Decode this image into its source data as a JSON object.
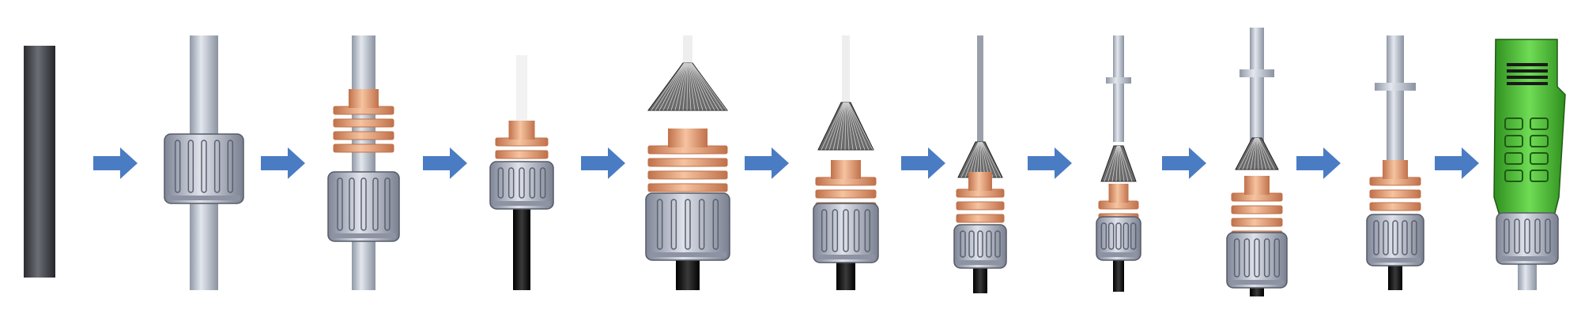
{
  "diagram": {
    "type": "assembly-sequence",
    "colors": {
      "arrow": "#4a7cc4",
      "copper": "#e9a174",
      "copper_dark": "#c0714a",
      "sheath_gray": "#b9c0cc",
      "nut_gray": "#a9afc0",
      "black_cable": "#1e1e1e",
      "brush": "#555555",
      "green_housing": "#4fc335",
      "cable_dark": "#3a3d42"
    },
    "stages": [
      {
        "parts": [
          "cable"
        ]
      },
      {
        "parts": [
          "sheath",
          "nut"
        ]
      },
      {
        "parts": [
          "sheath",
          "copper-rings",
          "nut"
        ]
      },
      {
        "parts": [
          "white-wire",
          "copper-rings",
          "nut",
          "black-cable"
        ]
      },
      {
        "parts": [
          "white-wire",
          "brush-cone",
          "copper-rings",
          "nut",
          "black-cable"
        ]
      },
      {
        "parts": [
          "white-wire",
          "brush-cone",
          "copper-rings",
          "nut",
          "black-cable"
        ]
      },
      {
        "parts": [
          "pin",
          "brush-cone",
          "copper-rings",
          "nut",
          "black-cable"
        ]
      },
      {
        "parts": [
          "contact",
          "brush-cone",
          "copper-rings",
          "nut",
          "black-cable"
        ]
      },
      {
        "parts": [
          "contact",
          "brush-cone",
          "copper-rings",
          "nut",
          "black-cable"
        ]
      },
      {
        "parts": [
          "contact",
          "copper-rings",
          "nut",
          "black-cable"
        ]
      },
      {
        "parts": [
          "green-housing",
          "nut",
          "sheath"
        ]
      }
    ],
    "arrow_count": 10
  }
}
